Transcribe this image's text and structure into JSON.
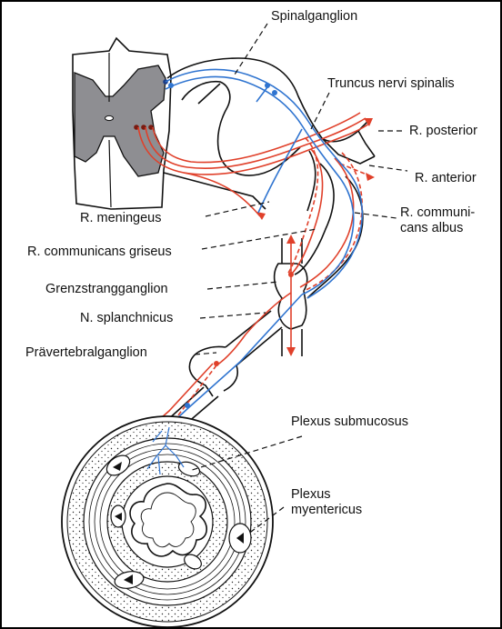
{
  "labels": {
    "spinalganglion": "Spinalganglion",
    "truncus": "Truncus nervi spinalis",
    "r_posterior": "R. posterior",
    "r_anterior": "R. anterior",
    "r_meningeus": "R. meningeus",
    "r_communicans_albus_1": "R. communi-",
    "r_communicans_albus_2": "cans albus",
    "r_communicans_griseus": "R. communicans griseus",
    "grenzstrangganglion": "Grenzstrangganglion",
    "n_splanchnicus": "N. splanchnicus",
    "praevertebralganglion": "Prävertebralganglion",
    "plexus_submucosus": "Plexus submucosus",
    "plexus_myentericus_1": "Plexus",
    "plexus_myentericus_2": "myentericus"
  },
  "colors": {
    "efferent": "#e0402a",
    "afferent": "#2f74d0",
    "gray_matter": "#8e8e92",
    "outline": "#111111"
  }
}
